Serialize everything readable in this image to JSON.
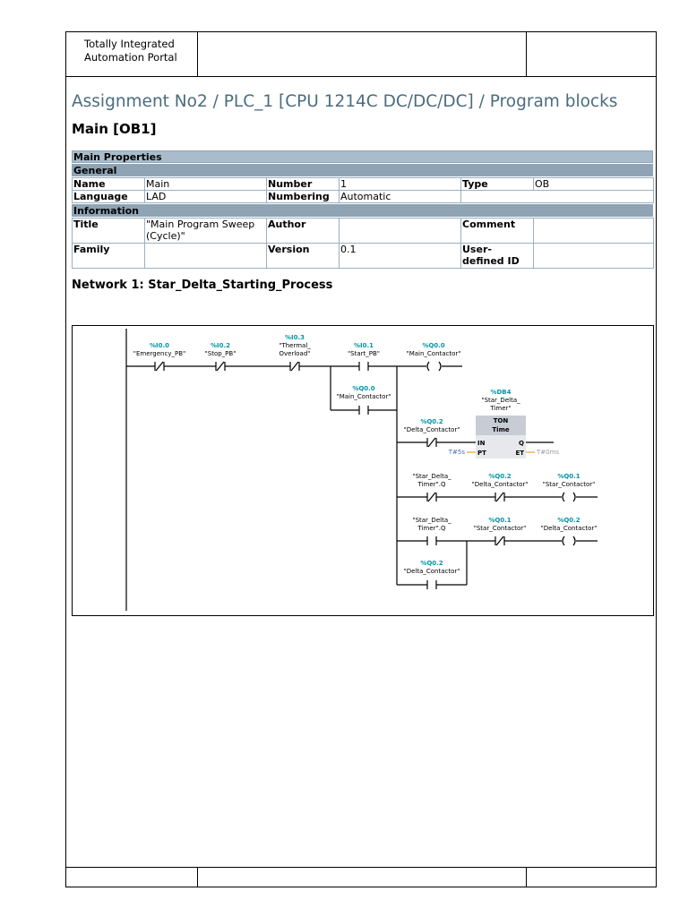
{
  "header": {
    "product_line1": "Totally Integrated",
    "product_line2": "Automation Portal"
  },
  "title": "Assignment No2 / PLC_1 [CPU 1214C DC/DC/DC] / Program blocks",
  "subtitle": "Main [OB1]",
  "properties": {
    "section_main": "Main Properties",
    "section_general": "General",
    "section_information": "Information",
    "general_rows": [
      [
        "Name",
        "Main",
        "Number",
        "1",
        "Type",
        "OB"
      ],
      [
        "Language",
        "LAD",
        "Numbering",
        "Automatic",
        "",
        ""
      ]
    ],
    "info_rows": [
      [
        "Title",
        "\"Main Program Sweep (Cycle)\"",
        "Author",
        "",
        "Comment",
        ""
      ],
      [
        "Family",
        "",
        "Version",
        "0.1",
        "User-defined ID",
        ""
      ]
    ]
  },
  "network": {
    "title": "Network 1: Star_Delta_Starting_Process"
  },
  "ladder": {
    "rung1": [
      {
        "addr": "%I0.0",
        "name": "\"Emergency_PB\""
      },
      {
        "addr": "%I0.2",
        "name": "\"Stop_PB\""
      },
      {
        "addr": "%I0.3",
        "name1": "\"Thermal_",
        "name2": "Overload\""
      },
      {
        "addr": "%I0.1",
        "name": "\"Start_PB\""
      },
      {
        "addr": "%Q0.0",
        "name": "\"Main_Contactor\""
      }
    ],
    "latch": {
      "addr": "%Q0.0",
      "name": "\"Main_Contactor\""
    },
    "timer": {
      "db_addr": "%DB4",
      "db_name1": "\"Star_Delta_",
      "db_name2": "Timer\"",
      "type": "TON",
      "subtype": "Time",
      "in": "IN",
      "pt": "PT",
      "q": "Q",
      "et": "ET",
      "pt_value": "T#5s",
      "et_value": "T#0ms",
      "input": {
        "addr": "%Q0.2",
        "name": "\"Delta_Contactor\""
      }
    },
    "rung3": [
      {
        "name1": "\"Star_Delta_",
        "name2": "Timer\".Q"
      },
      {
        "addr": "%Q0.2",
        "name": "\"Delta_Contactor\""
      },
      {
        "addr": "%Q0.1",
        "name": "\"Star_Contactor\""
      }
    ],
    "rung4": [
      {
        "name1": "\"Star_Delta_",
        "name2": "Timer\".Q"
      },
      {
        "addr": "%Q0.1",
        "name": "\"Star_Contactor\""
      },
      {
        "addr": "%Q0.2",
        "name": "\"Delta_Contactor\""
      }
    ],
    "latch4": {
      "addr": "%Q0.2",
      "name": "\"Delta_Contactor\""
    }
  }
}
